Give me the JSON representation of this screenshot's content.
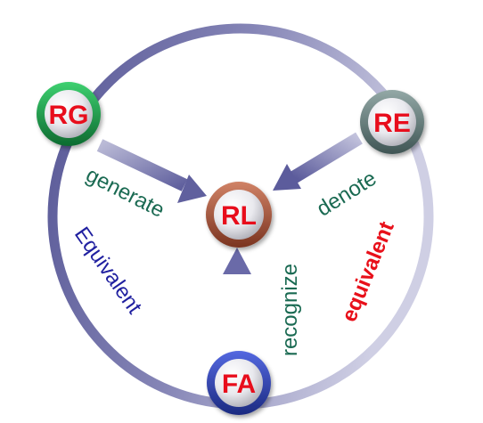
{
  "diagram": {
    "nodes": {
      "rg": {
        "label": "RG",
        "ring_color": "#1e9a4a"
      },
      "re": {
        "label": "RE",
        "ring_color": "#5f7574"
      },
      "rl": {
        "label": "RL",
        "ring_color": "#a0523c"
      },
      "fa": {
        "label": "FA",
        "ring_color": "#2d3fa8"
      }
    },
    "edges": {
      "generate": {
        "label": "generate",
        "color": "#1a6a52"
      },
      "denote": {
        "label": "denote",
        "color": "#1a6a52"
      },
      "recognize": {
        "label": "recognize",
        "color": "#1a6a52"
      },
      "equivalent_left": {
        "label": "Equivalent",
        "color": "#2020a0"
      },
      "equivalent_right": {
        "label": "equivalent",
        "color": "#e8101a"
      }
    },
    "colors": {
      "circle_left": "#58589a",
      "circle_right": "#c2c2dc",
      "label_red": "#e8101a"
    }
  }
}
